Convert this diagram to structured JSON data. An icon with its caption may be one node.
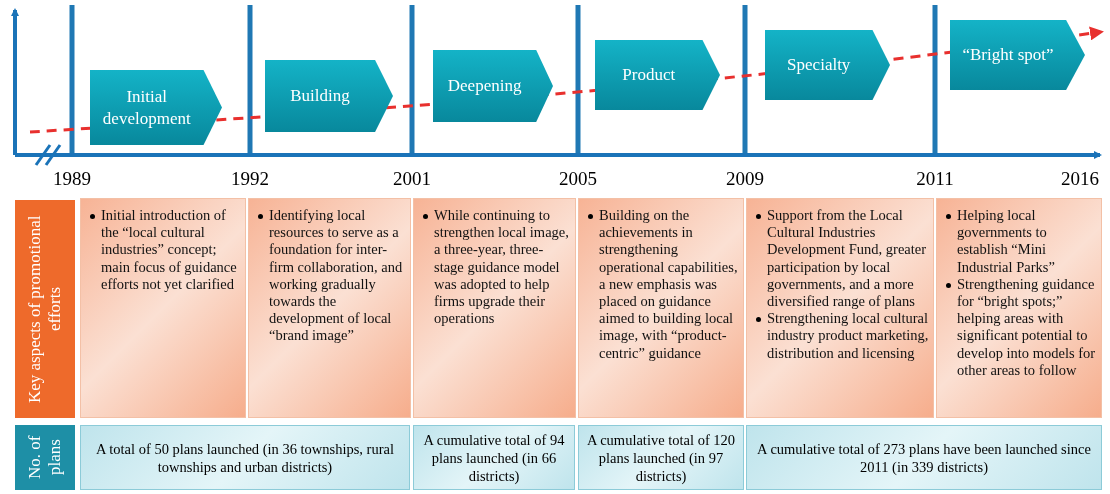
{
  "diagram": {
    "nodes": [
      {
        "text": [
          "Initial development"
        ]
      },
      {
        "text": [
          "Building"
        ]
      },
      {
        "text": [
          "Deepening"
        ]
      },
      {
        "text": [
          "Product"
        ]
      },
      {
        "text": [
          "Specialty"
        ]
      },
      {
        "text": [
          "“Bright spot”"
        ]
      },
      {
        "text": [
          "Key aspects of promotional efforts"
        ]
      },
      {
        "text": [
          "Initial introduction of the “local cultural industries” concept; main focus of guidance efforts not yet clarified"
        ]
      },
      {
        "text": [
          "Identifying local resources to serve as a foundation for inter-firm collaboration, and working gradually towards the development of local “brand image”"
        ]
      },
      {
        "text": [
          "While continuing to strengthen local image, a three-year, three-stage guidance model was adopted to help firms upgrade their operations"
        ]
      },
      {
        "text": [
          "Building on the achievements in strengthening operational capabilities, a new emphasis was placed on guidance aimed to building local image, with “product-centric” guidance"
        ]
      },
      {
        "text": [
          "Support from the Local Cultural Industries Development Fund, greater participation by local governments, and a more diversified range of plans",
          "Strengthening local cultural industry product marketing, distribution and licensing"
        ]
      },
      {
        "text": [
          "Helping local governments to establish “Mini Industrial Parks”",
          "Strengthening guidance for “bright spots;” helping areas with significant potential to develop into models for other areas to follow"
        ]
      },
      {
        "text": [
          "No. of plans"
        ]
      },
      {
        "text": [
          "A total of 50 plans launched (in 36 townships, rural townships and urban districts)"
        ]
      },
      {
        "text": [
          "A cumulative total of 94 plans launched (in 66 districts)"
        ]
      },
      {
        "text": [
          "A cumulative total of 120 plans launched (in 97 districts)"
        ]
      },
      {
        "text": [
          "A cumulative total of 273 plans have been launched since 2011 (in 339 districts)"
        ]
      }
    ],
    "edges": [],
    "labels": [
      "1989",
      "1992",
      "2001",
      "2005",
      "2009",
      "2011",
      "2016"
    ]
  }
}
